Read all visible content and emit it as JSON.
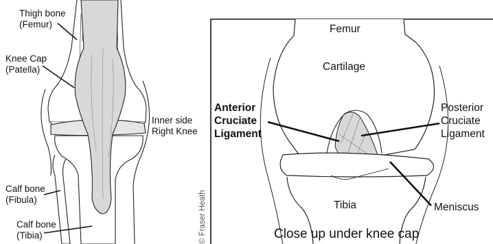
{
  "left_panel": {
    "thigh_bone": [
      "Thigh bone",
      "(Femur)"
    ],
    "knee_cap": [
      "Knee Cap",
      "(Patella)"
    ],
    "inner_side": [
      "Inner side",
      "Right Knee"
    ],
    "calf_fibula": [
      "Calf bone",
      "(Fibula)"
    ],
    "calf_tibia": [
      "Calf bone",
      "(Tibia)"
    ]
  },
  "credit": "© Fraser Heath",
  "right_panel": {
    "femur": "Femur",
    "cartilage": "Cartilage",
    "acl": [
      "Anterior",
      "Cruciate",
      "Ligament"
    ],
    "pcl": [
      "Posterior",
      "Cruciate",
      "Ligament"
    ],
    "tibia": "Tibia",
    "meniscus": "Meniscus",
    "caption": "Close up under knee cap"
  },
  "colors": {
    "line": "#222222",
    "bone_fill": "#ffffff",
    "tendon_fill": "#d8d8d8",
    "credit_text": "#555555"
  }
}
